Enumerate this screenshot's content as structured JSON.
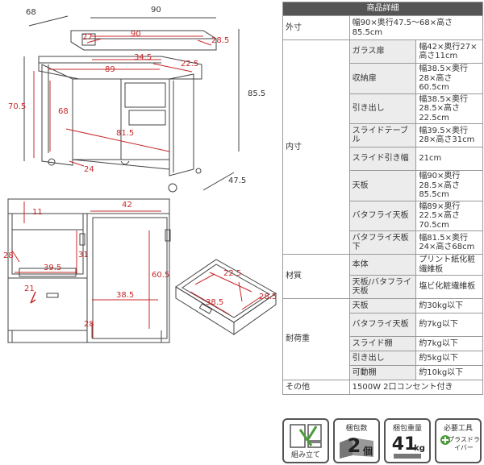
{
  "diagram_top": {
    "width_total": "90",
    "depth_total": "68",
    "height_total": "85.5",
    "depth_lower": "47.5",
    "shelf_width": "90",
    "shelf_depth": "28.5",
    "shelf_glass": "27",
    "drawer_width": "34.5",
    "drawer_depth": "22.5",
    "butterfly_width": "89",
    "butterfly_height": "70.5",
    "butterfly_depth": "68",
    "lower_width": "81.5",
    "lower_depth": "24"
  },
  "diagram_bottom": {
    "top_gap": "11",
    "shelf_w": "42",
    "left_h": "28",
    "mid_h": "31",
    "left_w": "39.5",
    "slide_open": "21",
    "right_h": "60.5",
    "right_w": "38.5",
    "bottom_h": "28",
    "drawer_in_w": "22.5",
    "drawer_in_w2": "38.5",
    "drawer_in_d": "28.5"
  },
  "spec": {
    "header": "商品詳細",
    "rows": [
      {
        "cat": "外寸",
        "sub": "",
        "val": "幅90×奥行47.5〜68×高さ85.5cm"
      },
      {
        "cat": "内寸",
        "sub": "ガラス扉",
        "val": "幅42×奥行27×高さ11cm"
      },
      {
        "cat": "",
        "sub": "収納扉",
        "val": "幅38.5×奥行28×高さ60.5cm"
      },
      {
        "cat": "",
        "sub": "引き出し",
        "val": "幅38.5×奥行28.5×高さ22.5cm"
      },
      {
        "cat": "",
        "sub": "スライドテーブル",
        "val": "幅39.5×奥行28×高さ31cm"
      },
      {
        "cat": "",
        "sub": "スライド引き幅",
        "val": "21cm"
      },
      {
        "cat": "",
        "sub": "天板",
        "val": "幅90×奥行28.5×高さ85.5cm"
      },
      {
        "cat": "",
        "sub": "バタフライ天板",
        "val": "幅89×奥行22.5×高さ70.5cm"
      },
      {
        "cat": "",
        "sub": "バタフライ天板下",
        "val": "幅81.5×奥行24×高さ68cm"
      },
      {
        "cat": "材質",
        "sub": "本体",
        "val": "プリント紙化粧繊維板"
      },
      {
        "cat": "",
        "sub": "天板/バタフライ天板",
        "val": "塩ビ化粧繊維板"
      },
      {
        "cat": "耐荷重",
        "sub": "天板",
        "val": "約30kg以下"
      },
      {
        "cat": "",
        "sub": "バタフライ天板",
        "val": "約7kg以下"
      },
      {
        "cat": "",
        "sub": "スライド棚",
        "val": "約7kg以下"
      },
      {
        "cat": "",
        "sub": "引き出し",
        "val": "約5kg以下"
      },
      {
        "cat": "",
        "sub": "可動棚",
        "val": "約10kg以下"
      },
      {
        "cat": "その他",
        "sub": "",
        "val": "1500W 2口コンセント付き"
      }
    ]
  },
  "icons": {
    "assembly": "組み立て",
    "pack_label": "梱包数",
    "pack_value": "2",
    "pack_unit": "個",
    "weight_label": "梱包重量",
    "weight_value": "41",
    "weight_unit": "kg",
    "tool_label": "必要工具",
    "tool_value": "プラスドライバー"
  },
  "colors": {
    "accent": "#c8282a",
    "header_bg": "#555555",
    "sub_bg": "#ececec"
  }
}
